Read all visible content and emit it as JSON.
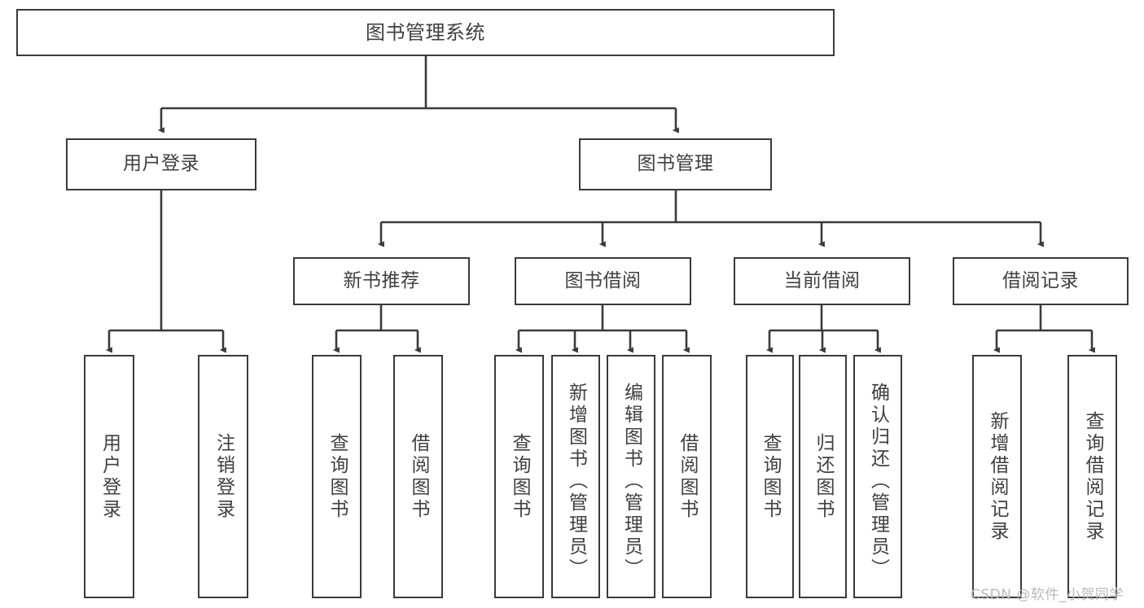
{
  "diagram": {
    "title": "图书管理系统",
    "type": "tree-hierarchy",
    "watermark": "CSDN @软件_小贺同学",
    "colors": {
      "box_border": "#3a3a3a",
      "connector": "#3a3a3a",
      "text": "#404040",
      "background": "#ffffff",
      "watermark": "#b9b9b9"
    },
    "nodes": {
      "root": {
        "label": "图书管理系统"
      },
      "level1": [
        {
          "id": "user-login",
          "label": "用户登录"
        },
        {
          "id": "book-manage",
          "label": "图书管理"
        }
      ],
      "level2": [
        {
          "id": "new-book-recommend",
          "label": "新书推荐"
        },
        {
          "id": "book-borrow",
          "label": "图书借阅"
        },
        {
          "id": "current-borrow",
          "label": "当前借阅"
        },
        {
          "id": "borrow-record",
          "label": "借阅记录"
        }
      ],
      "leaves": {
        "user-login": [
          {
            "id": "leaf-user-login",
            "label": "用户登录"
          },
          {
            "id": "leaf-logout",
            "label": "注销登录"
          }
        ],
        "new-book-recommend": [
          {
            "id": "leaf-query-book-1",
            "label": "查询图书"
          },
          {
            "id": "leaf-borrow-book-1",
            "label": "借阅图书"
          }
        ],
        "book-borrow": [
          {
            "id": "leaf-query-book-2",
            "label": "查询图书"
          },
          {
            "id": "leaf-add-book",
            "label": "新增图书（管理员）"
          },
          {
            "id": "leaf-edit-book",
            "label": "编辑图书（管理员）"
          },
          {
            "id": "leaf-borrow-book-2",
            "label": "借阅图书"
          }
        ],
        "current-borrow": [
          {
            "id": "leaf-query-book-3",
            "label": "查询图书"
          },
          {
            "id": "leaf-return-book",
            "label": "归还图书"
          },
          {
            "id": "leaf-confirm-return",
            "label": "确认归还（管理员）"
          }
        ],
        "borrow-record": [
          {
            "id": "leaf-add-record",
            "label": "新增借阅记录"
          },
          {
            "id": "leaf-query-record",
            "label": "查询借阅记录"
          }
        ]
      }
    }
  }
}
